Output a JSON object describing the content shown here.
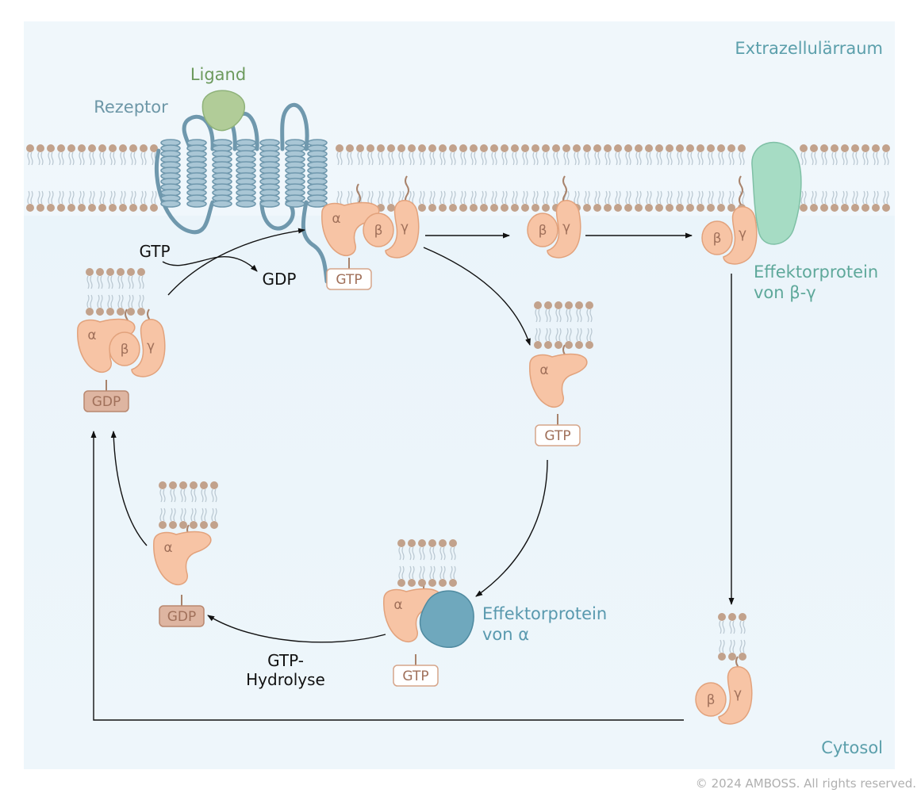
{
  "regions": {
    "extracellular": "Extrazellulärraum",
    "cytosol": "Cytosol"
  },
  "labels": {
    "receptor": "Rezeptor",
    "ligand": "Ligand",
    "gtp_in": "GTP",
    "gdp_out": "GDP",
    "effector_beta_gamma_line1": "Effektorprotein",
    "effector_beta_gamma_line2": "von β-γ",
    "effector_alpha_line1": "Effektorprotein",
    "effector_alpha_line2": "von α",
    "hydrolysis_line1": "GTP-",
    "hydrolysis_line2": "Hydrolyse"
  },
  "subunits": {
    "alpha": "α",
    "beta": "β",
    "gamma": "γ"
  },
  "nucleotides": {
    "gtp": "GTP",
    "gdp": "GDP"
  },
  "copyright": "© 2024 AMBOSS. All rights reserved.",
  "colors": {
    "background": "#e6f1f8",
    "membrane_head": "#c2a28c",
    "membrane_tail": "#bcc9d2",
    "protein": "#f7c4a5",
    "protein_stroke": "#e2a27c",
    "receptor": "#a9c6d5",
    "receptor_stroke": "#6f98ad",
    "ligand": "#b1cc98",
    "effector_beta_gamma": "#a6dcc4",
    "effector_alpha": "#6fa8bd",
    "gdp_fill": "#deb5a1",
    "region_label": "#5b9fab",
    "ligand_label": "#6c9a5d",
    "receptor_label": "#6d97a7",
    "effector_label": "#5ea89a",
    "effector_alpha_label": "#5999ae",
    "nucleotide_text": "#a0705a"
  }
}
